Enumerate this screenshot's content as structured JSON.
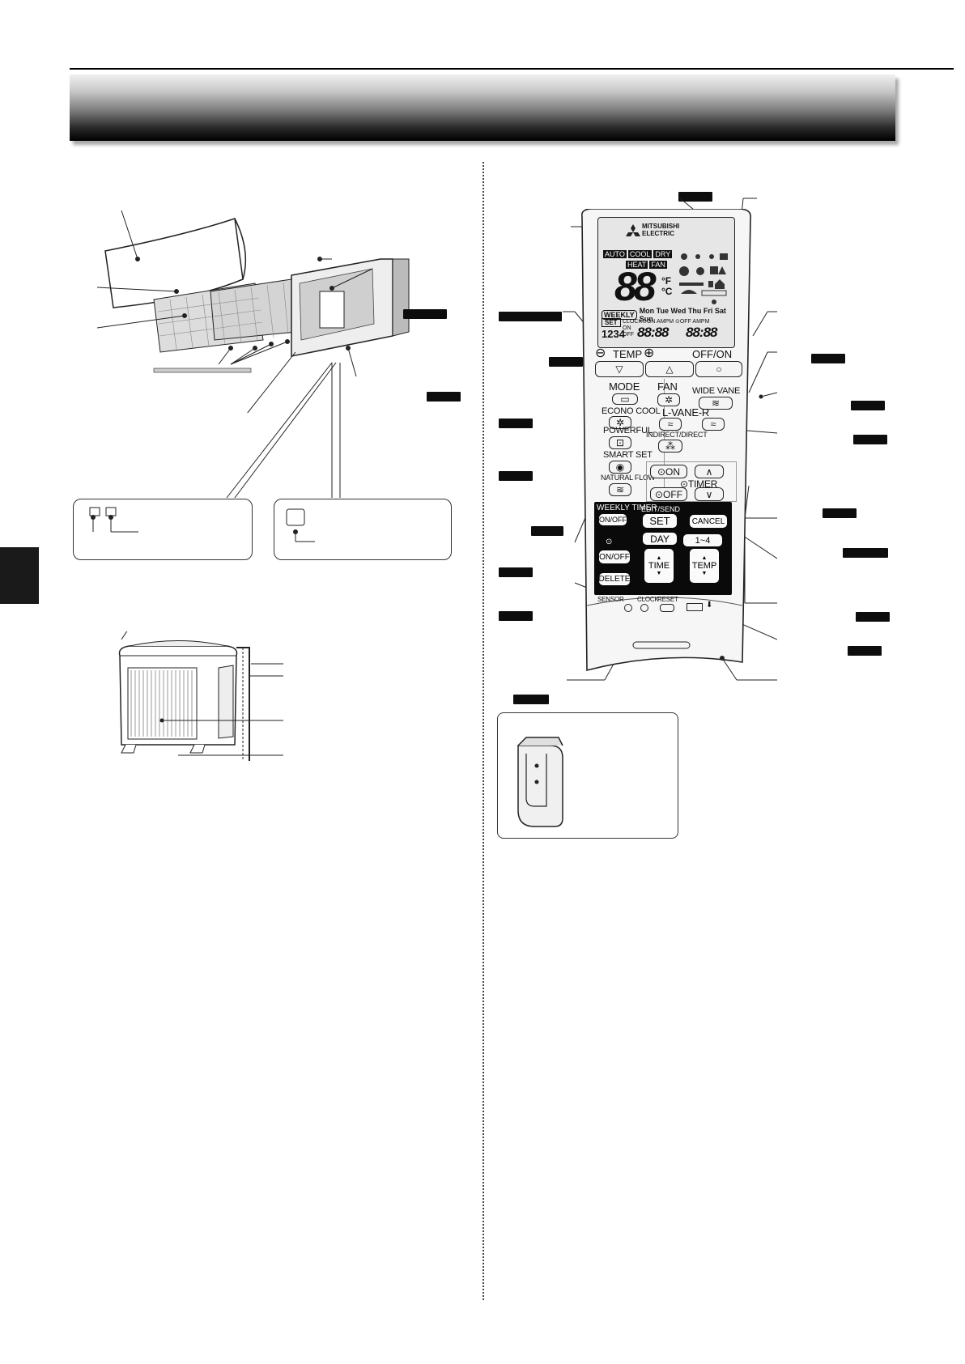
{
  "remote": {
    "brand": [
      "MITSUBISHI",
      "ELECTRIC"
    ],
    "lcd": {
      "modes": [
        "AUTO",
        "COOL",
        "DRY",
        "HEAT",
        "FAN"
      ],
      "temp_digits": "88",
      "units": [
        "°F",
        "°C"
      ],
      "weekly_label": "WEEKLY",
      "days": "Mon Tue Wed Thu Fri Sat Sun",
      "set_label": "SET",
      "program_numbers": "1234",
      "clock_line": "CLOCK⊙ON  AMPM  ⊙OFF AMPM",
      "on_off_small": [
        "ON",
        "OFF"
      ],
      "time_digits": "88:88",
      "time_digits_2": "88:88"
    },
    "top_row": {
      "temp_label": "TEMP",
      "minus": "⊖",
      "plus": "⊕",
      "off_on": "OFF/ON"
    },
    "buttons": {
      "mode": "MODE",
      "fan": "FAN",
      "wide_vane": "WIDE VANE",
      "econo_cool": "ECONO COOL",
      "l_vane_r": "L-VANE-R",
      "powerful": "POWERFUL",
      "indirect_direct": "INDIRECT/DIRECT",
      "smart_set": "SMART SET",
      "natural_flow": "NATURAL FLOW",
      "timer_on": "ON",
      "timer_off": "OFF",
      "timer": "TIMER",
      "up": "∧",
      "down": "∨"
    },
    "weekly_panel": {
      "weekly_timer": "WEEKLY TIMER",
      "on_off": "ON/OFF",
      "edit_send": "EDIT/SEND",
      "set": "SET",
      "cancel": "CANCEL",
      "day": "DAY",
      "range": "1~4",
      "on_off_2": "ON/OFF",
      "time": "TIME",
      "temp": "TEMP",
      "delete": "DELETE"
    },
    "bottom_labels": {
      "sensor": "SENSOR",
      "clock": "CLOCK",
      "reset": "RESET"
    }
  }
}
